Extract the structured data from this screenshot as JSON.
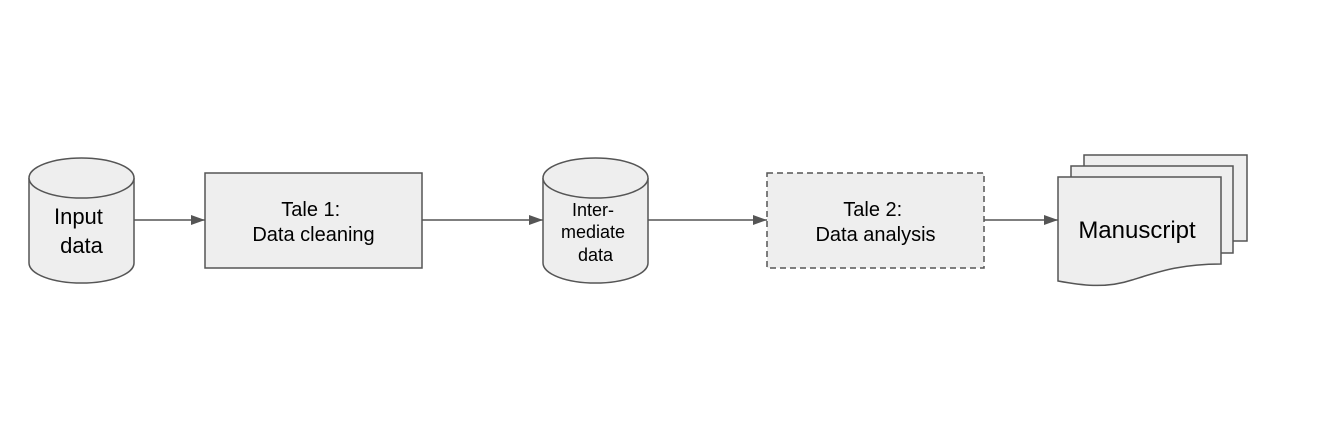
{
  "colors": {
    "node_fill": "#eeeeee",
    "node_stroke": "#555555",
    "edge": "#555555",
    "text": "#000000",
    "background": "#ffffff"
  },
  "nodes": {
    "input_data": {
      "shape": "cylinder",
      "lines": [
        "Input",
        "data"
      ]
    },
    "tale1": {
      "shape": "rectangle",
      "style": "solid",
      "lines": [
        "Tale 1:",
        "Data cleaning"
      ]
    },
    "intermediate": {
      "shape": "cylinder",
      "lines": [
        "Inter-",
        "mediate",
        "data"
      ]
    },
    "tale2": {
      "shape": "rectangle",
      "style": "dashed",
      "lines": [
        "Tale 2:",
        "Data analysis"
      ]
    },
    "manuscript": {
      "shape": "multi-document",
      "lines": [
        "Manuscript"
      ]
    }
  },
  "edges": [
    {
      "from": "input_data",
      "to": "tale1"
    },
    {
      "from": "tale1",
      "to": "intermediate"
    },
    {
      "from": "intermediate",
      "to": "tale2"
    },
    {
      "from": "tale2",
      "to": "manuscript"
    }
  ]
}
